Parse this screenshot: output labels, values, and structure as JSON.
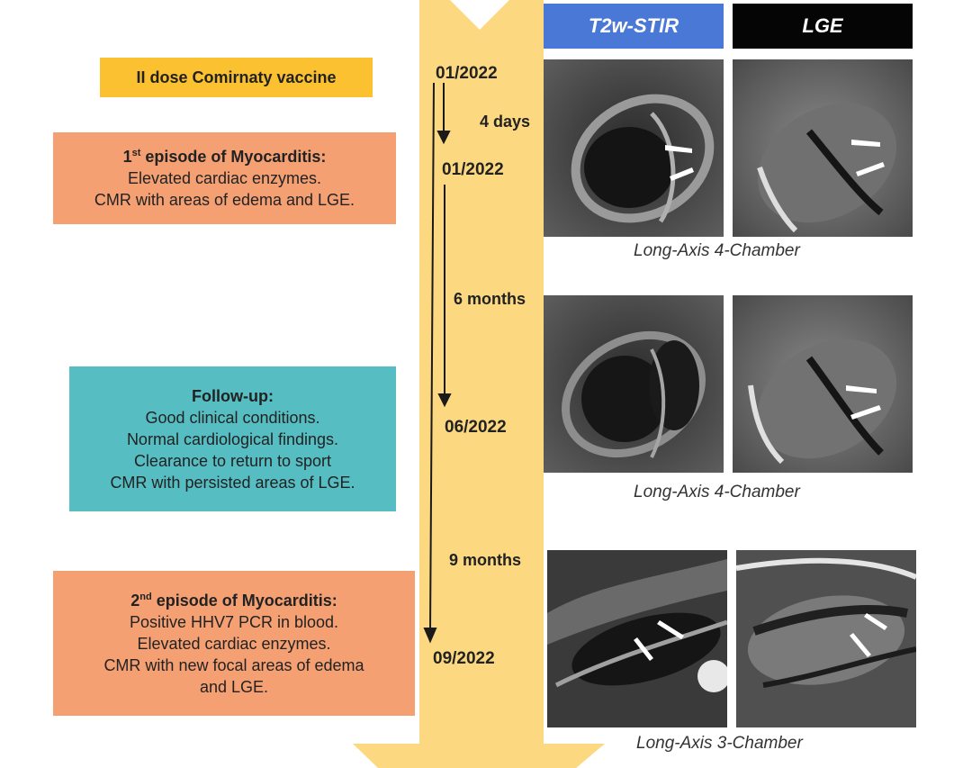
{
  "colors": {
    "band": "#fcd880",
    "header_t2": "#4a78d6",
    "header_lge": "#050505",
    "box_orange": "#f5a073",
    "box_teal": "#56bec2",
    "box_yellow": "#fcc131"
  },
  "headers": {
    "t2": "T2w-STIR",
    "lge": "LGE"
  },
  "vaccine": {
    "label": "II dose Comirnaty vaccine"
  },
  "episode1": {
    "title_pre": "1",
    "title_sup": "st",
    "title_post": " episode of Myocarditis:",
    "lines": [
      "Elevated cardiac enzymes.",
      "CMR with areas of edema and LGE."
    ]
  },
  "followup": {
    "title": "Follow-up:",
    "lines": [
      "Good clinical conditions.",
      "Normal cardiological findings.",
      "Clearance to return to sport",
      "CMR with persisted areas of LGE."
    ]
  },
  "episode2": {
    "title_pre": "2",
    "title_sup": "nd",
    "title_post": " episode of Myocarditis:",
    "lines": [
      "Positive HHV7 PCR in blood.",
      "Elevated cardiac enzymes.",
      "CMR with new focal areas of edema",
      "and LGE."
    ]
  },
  "timeline": {
    "dates": [
      "01/2022",
      "01/2022",
      "06/2022",
      "09/2022"
    ],
    "intervals": [
      "4 days",
      "6 months",
      "9 months"
    ]
  },
  "captions": [
    "Long-Axis 4-Chamber",
    "Long-Axis 4-Chamber",
    "Long-Axis 3-Chamber"
  ],
  "images": [
    "cmr-t2-row1",
    "cmr-lge-row1",
    "cmr-t2-row2",
    "cmr-lge-row2",
    "cmr-t2-row3",
    "cmr-lge-row3"
  ]
}
